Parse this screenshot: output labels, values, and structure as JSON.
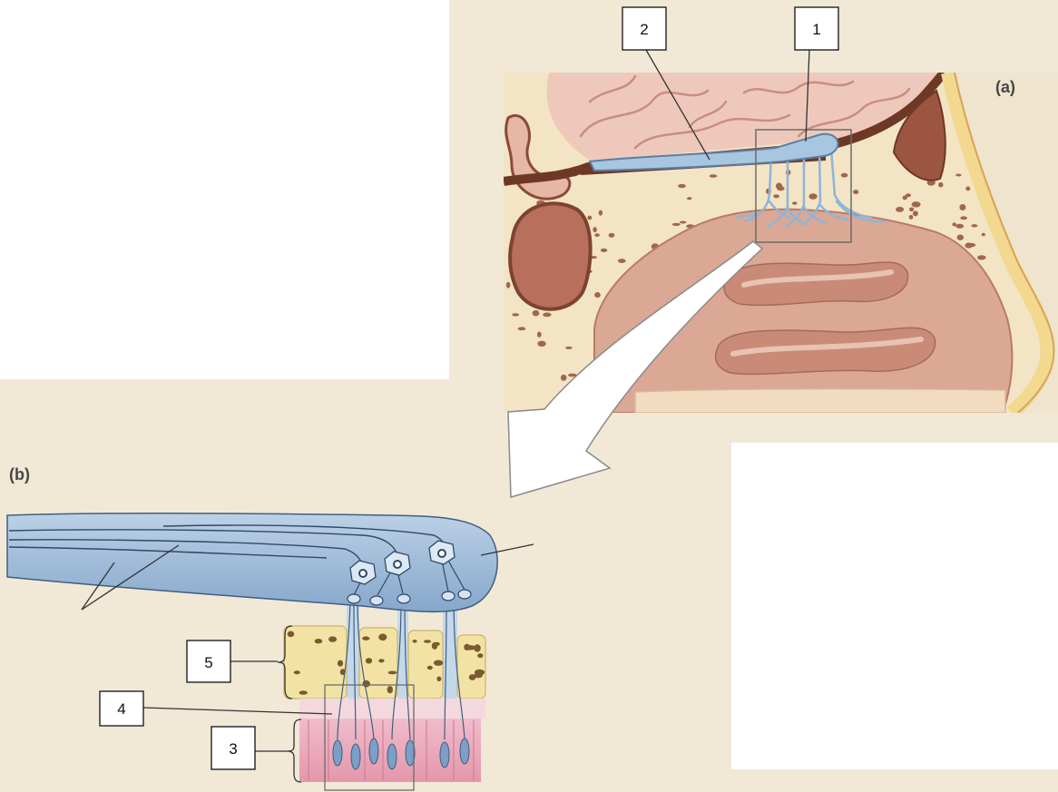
{
  "panel_labels": {
    "a": "(a)",
    "b": "(b)"
  },
  "callouts": {
    "one": "1",
    "two": "2",
    "three": "3",
    "four": "4",
    "five": "5"
  },
  "colors": {
    "background": "#f1e8d6",
    "olfactory_nerve": "#a9c6e0",
    "nasal_mucosa": "#dba895",
    "brain": "#eec9bb",
    "bone": "#f3e4c6",
    "epithelium": "#e9a5b6",
    "cribriform_bone": "#f2e3a5"
  }
}
